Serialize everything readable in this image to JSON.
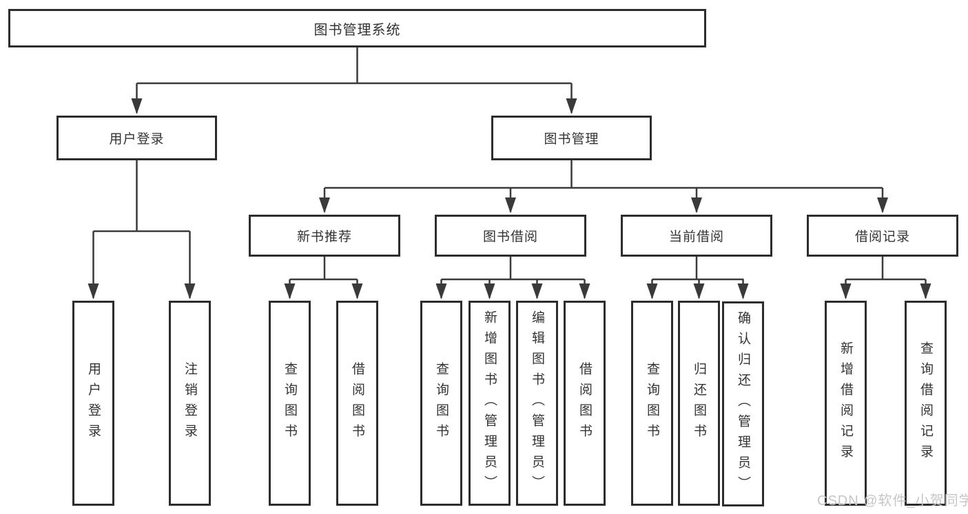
{
  "colors": {
    "line": "#3a3a3a",
    "border": "#2d2d2d",
    "text": "#333333",
    "watermark": "#c6c6c6",
    "background": "#ffffff"
  },
  "watermark": {
    "text": "CSDN @软件_小贺同学"
  },
  "tree": {
    "label": "图书管理系统",
    "children": [
      {
        "label": "用户登录",
        "children": [
          {
            "label": "用户登录"
          },
          {
            "label": "注销登录"
          }
        ]
      },
      {
        "label": "图书管理",
        "children": [
          {
            "label": "新书推荐",
            "children": [
              {
                "label": "查询图书"
              },
              {
                "label": "借阅图书"
              }
            ]
          },
          {
            "label": "图书借阅",
            "children": [
              {
                "label": "查询图书"
              },
              {
                "label": "新增图书（管理员）"
              },
              {
                "label": "编辑图书（管理员）"
              },
              {
                "label": "借阅图书"
              }
            ]
          },
          {
            "label": "当前借阅",
            "children": [
              {
                "label": "查询图书"
              },
              {
                "label": "归还图书"
              },
              {
                "label": "确认归还（管理员）"
              }
            ]
          },
          {
            "label": "借阅记录",
            "children": [
              {
                "label": "新增借阅记录"
              },
              {
                "label": "查询借阅记录"
              }
            ]
          }
        ]
      }
    ]
  }
}
